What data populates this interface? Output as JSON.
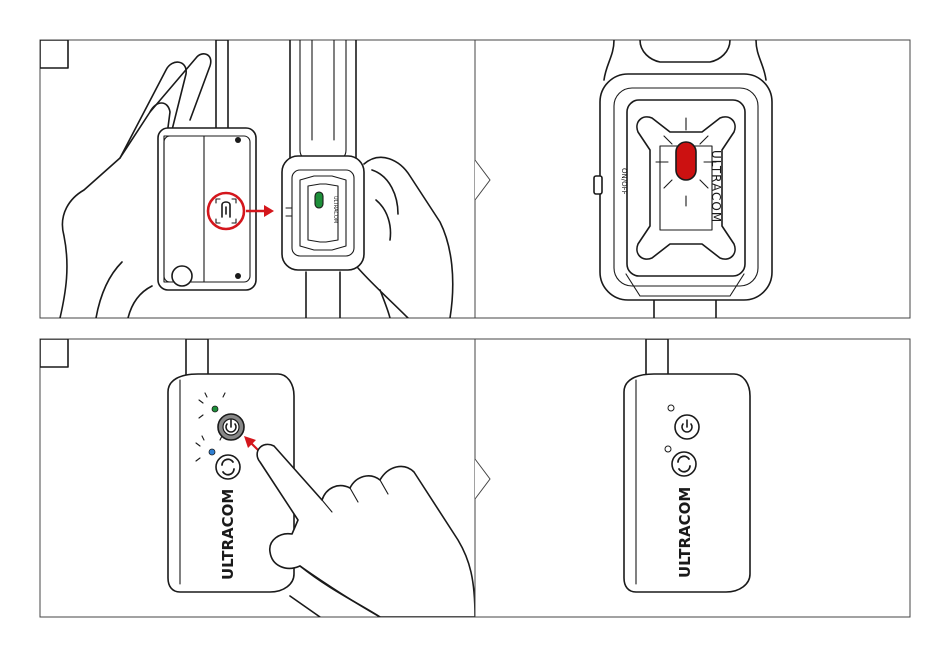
{
  "brand": {
    "device_label": "ULTRACOM",
    "collar_label": "ULTRACOM",
    "collar_label_small": "ULTRACOM"
  },
  "collar": {
    "switch_label": "ON/OFF"
  },
  "colors": {
    "led_green": "#1e8f3a",
    "led_red": "#cc1111",
    "led_blue": "#2f7fd3",
    "accent_red": "#d4161c",
    "line": "#1a1a1a"
  },
  "icons": [
    "pairing-icon",
    "power-icon",
    "sync-icon",
    "arrow-icon"
  ]
}
